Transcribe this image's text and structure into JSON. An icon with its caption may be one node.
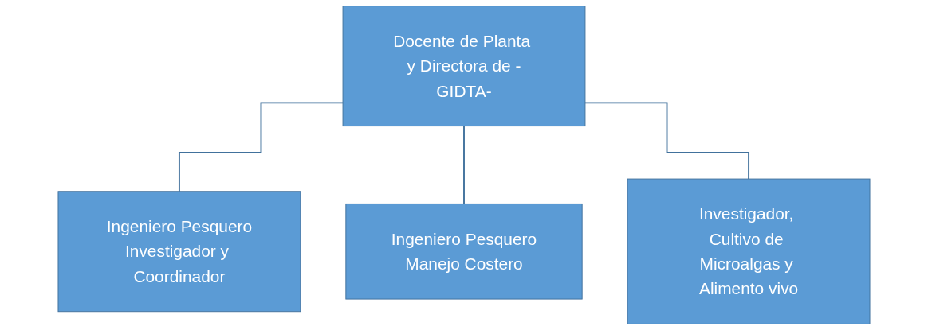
{
  "diagram": {
    "nodes": [
      {
        "text": [
          "Docente de Planta y Directora de -GIDTA-"
        ]
      },
      {
        "text": [
          "Ingeniero Pesquero",
          "Investigador y Coordinador"
        ]
      },
      {
        "text": [
          "Ingeniero Pesquero",
          "Manejo Costero"
        ]
      },
      {
        "text": [
          "Investigador, Cultivo de Microalgas y Alimento vivo"
        ]
      }
    ],
    "edges": [
      {
        "from": 0,
        "to": 1,
        "arrow": "none"
      },
      {
        "from": 0,
        "to": 2,
        "arrow": "none"
      },
      {
        "from": 0,
        "to": 3,
        "arrow": "none"
      }
    ]
  }
}
